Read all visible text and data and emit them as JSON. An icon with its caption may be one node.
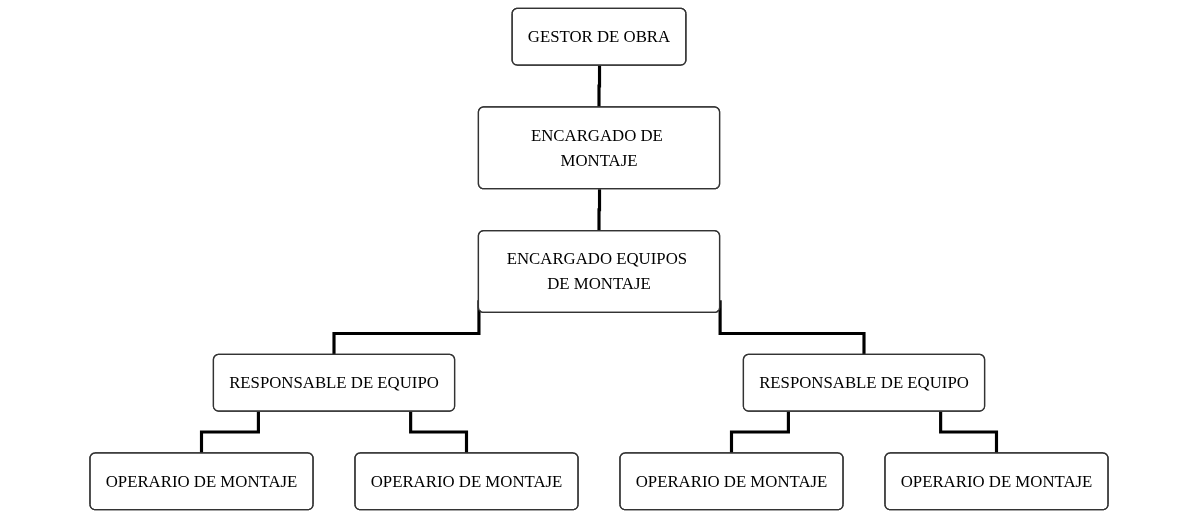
{
  "diagram": {
    "nodes": [
      {
        "text": [
          "GESTOR DE OBRA"
        ]
      },
      {
        "text": [
          "ENCARGADO DE MONTAJE"
        ]
      },
      {
        "text": [
          "ENCARGADO EQUIPOS DE MONTAJE"
        ]
      },
      {
        "text": [
          "RESPONSABLE DE EQUIPO"
        ]
      },
      {
        "text": [
          "RESPONSABLE DE EQUIPO"
        ]
      },
      {
        "text": [
          "OPERARIO DE MONTAJE"
        ]
      },
      {
        "text": [
          "OPERARIO DE MONTAJE"
        ]
      },
      {
        "text": [
          "OPERARIO DE MONTAJE"
        ]
      },
      {
        "text": [
          "OPERARIO DE MONTAJE"
        ]
      }
    ],
    "edges": [
      {
        "from": 0,
        "to": 1,
        "arrow": "none"
      },
      {
        "from": 1,
        "to": 2,
        "arrow": "none"
      },
      {
        "from": 2,
        "to": 3,
        "arrow": "none"
      },
      {
        "from": 2,
        "to": 4,
        "arrow": "none"
      },
      {
        "from": 3,
        "to": 5,
        "arrow": "none"
      },
      {
        "from": 3,
        "to": 6,
        "arrow": "none"
      },
      {
        "from": 4,
        "to": 7,
        "arrow": "none"
      },
      {
        "from": 4,
        "to": 8,
        "arrow": "none"
      }
    ]
  }
}
